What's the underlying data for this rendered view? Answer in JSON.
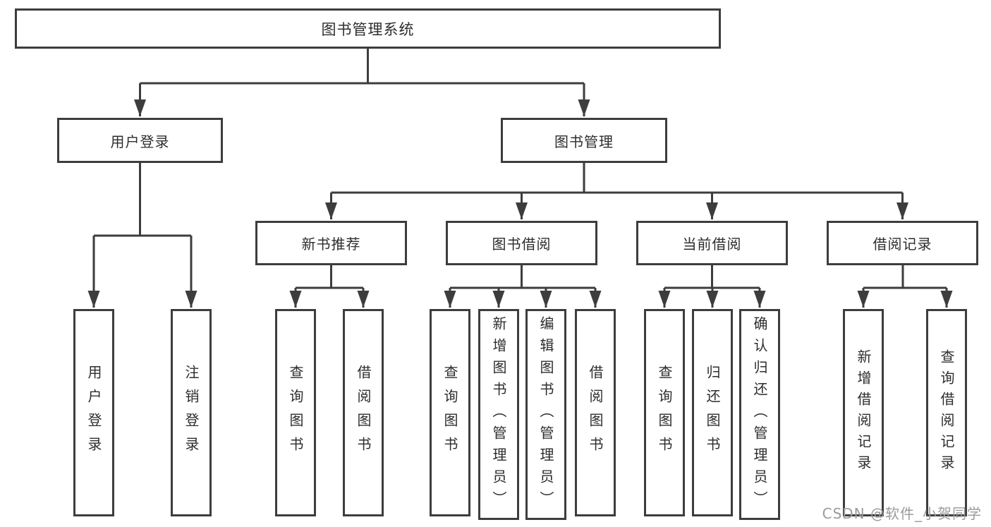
{
  "title": {
    "label": "图书管理系统"
  },
  "level2": [
    {
      "label": "用户登录"
    },
    {
      "label": "图书管理"
    }
  ],
  "level3": [
    {
      "label": "新书推荐"
    },
    {
      "label": "图书借阅"
    },
    {
      "label": "当前借阅"
    },
    {
      "label": "借阅记录"
    }
  ],
  "leaves": [
    {
      "label": "用户登录"
    },
    {
      "label": "注销登录"
    },
    {
      "label": "查询图书"
    },
    {
      "label": "借阅图书"
    },
    {
      "label": "查询图书"
    },
    {
      "label": "新增图书（管理员）"
    },
    {
      "label": "编辑图书（管理员）"
    },
    {
      "label": "借阅图书"
    },
    {
      "label": "查询图书"
    },
    {
      "label": "归还图书"
    },
    {
      "label": "确认归还（管理员）"
    },
    {
      "label": "新增借阅记录"
    },
    {
      "label": "查询借阅记录"
    }
  ],
  "hierarchy": {
    "图书管理系统": [
      "用户登录",
      "图书管理"
    ],
    "用户登录": [
      "用户登录",
      "注销登录"
    ],
    "图书管理": [
      "新书推荐",
      "图书借阅",
      "当前借阅",
      "借阅记录"
    ],
    "新书推荐": [
      "查询图书",
      "借阅图书"
    ],
    "图书借阅": [
      "查询图书",
      "新增图书（管理员）",
      "编辑图书（管理员）",
      "借阅图书"
    ],
    "当前借阅": [
      "查询图书",
      "归还图书",
      "确认归还（管理员）"
    ],
    "借阅记录": [
      "新增借阅记录",
      "查询借阅记录"
    ]
  },
  "watermark": {
    "text": "CSDN @软件_小贺同学"
  },
  "colors": {
    "line": "#3d3d3d",
    "text": "#2d2d2d",
    "watermark": "#9b9b9b",
    "background": "#ffffff"
  }
}
